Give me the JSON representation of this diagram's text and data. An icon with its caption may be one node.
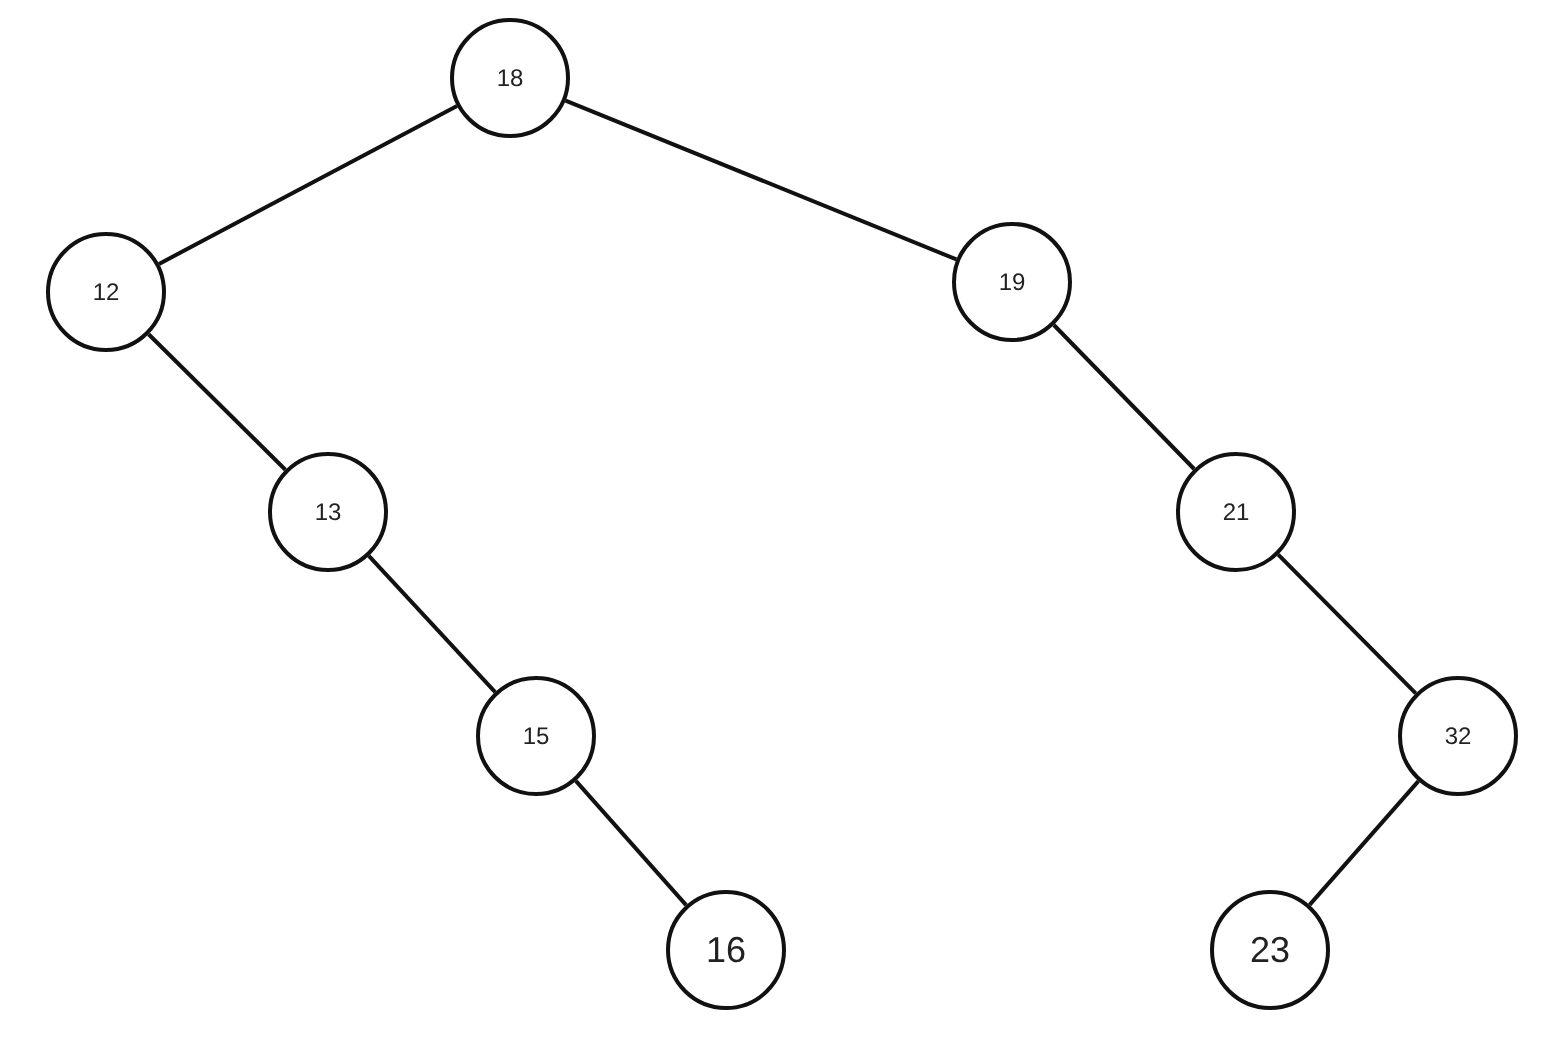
{
  "diagram": {
    "nodes": [
      {
        "text": [
          "18"
        ]
      },
      {
        "text": [
          "12"
        ]
      },
      {
        "text": [
          "19"
        ]
      },
      {
        "text": [
          "13"
        ]
      },
      {
        "text": [
          "21"
        ]
      },
      {
        "text": [
          "15"
        ]
      },
      {
        "text": [
          "32"
        ]
      },
      {
        "text": [
          "16"
        ]
      },
      {
        "text": [
          "23"
        ]
      }
    ],
    "edges": [
      {
        "from": 0,
        "to": 1,
        "arrow": "none"
      },
      {
        "from": 0,
        "to": 2,
        "arrow": "none"
      },
      {
        "from": 1,
        "to": 3,
        "arrow": "none"
      },
      {
        "from": 3,
        "to": 5,
        "arrow": "none"
      },
      {
        "from": 5,
        "to": 7,
        "arrow": "none"
      },
      {
        "from": 2,
        "to": 4,
        "arrow": "none"
      },
      {
        "from": 4,
        "to": 6,
        "arrow": "none"
      },
      {
        "from": 6,
        "to": 8,
        "arrow": "none"
      }
    ]
  }
}
